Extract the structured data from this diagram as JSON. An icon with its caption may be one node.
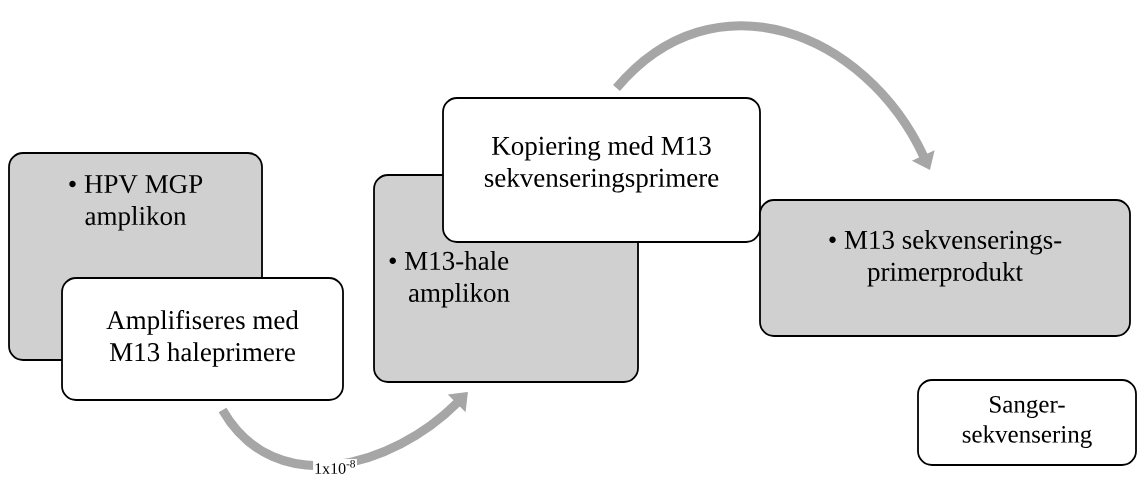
{
  "diagram": {
    "nodes": [
      {
        "text": [
          "• HPV MGP amplikon"
        ]
      },
      {
        "text": [
          "Amplifiseres med M13 haleprimere"
        ]
      },
      {
        "text": [
          "• M13-hale amplikon"
        ]
      },
      {
        "text": [
          "Kopiering med M13 sekvenseringsprimere"
        ]
      },
      {
        "text": [
          "• M13 sekvenserings-primerprodukt"
        ]
      },
      {
        "text": [
          "Sanger-sekvensering"
        ]
      }
    ],
    "edges": [
      {
        "from": 1,
        "to": 2,
        "arrow": "to",
        "label": "1x10$^{-8}$"
      },
      {
        "from": 3,
        "to": 4,
        "arrow": "to"
      }
    ]
  }
}
